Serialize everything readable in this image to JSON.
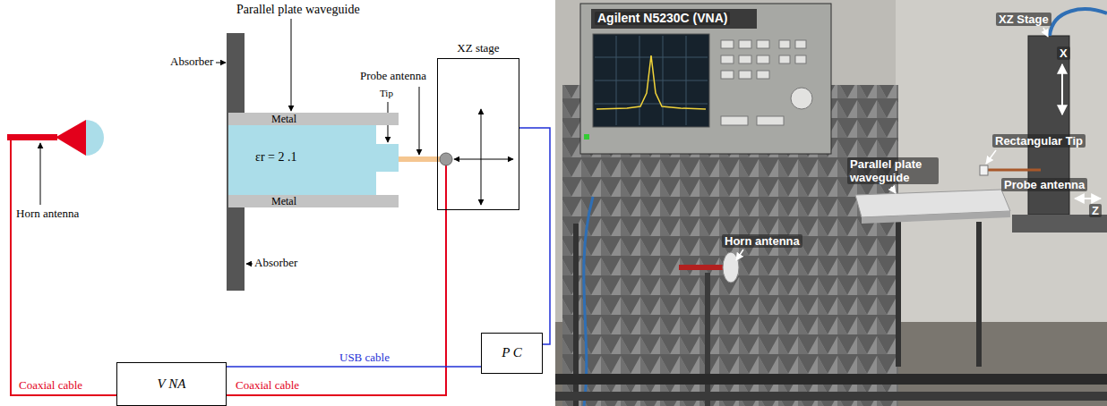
{
  "diagram": {
    "nodes": [
      {
        "text": [
          "Metal"
        ]
      },
      {
        "text": [
          "εr = 2 .1"
        ]
      },
      {
        "text": [
          "Metal"
        ]
      },
      {
        "text": [
          "XZ stage"
        ]
      },
      {
        "text": [
          "Horn antenna"
        ]
      },
      {
        "text": [
          "V NA"
        ]
      },
      {
        "text": [
          "P C"
        ]
      }
    ],
    "edges": [
      {
        "from": 5,
        "to": 4,
        "arrow": "none",
        "label": "Coaxial cable"
      },
      {
        "from": 5,
        "to": 3,
        "arrow": "none",
        "label": "Coaxial cable"
      },
      {
        "from": 5,
        "to": 6,
        "arrow": "none",
        "label": "USB cable"
      },
      {
        "from": 6,
        "to": 3,
        "arrow": "none"
      }
    ],
    "labels": [
      "Parallel plate waveguide",
      "Absorber",
      "Tip",
      "Probe antenna",
      "Absorber",
      "Agilent N5230C (VNA)",
      "XZ Stage",
      "X",
      "Rectangular Tip",
      "Parallel plate waveguide",
      "Probe antenna",
      "Z",
      "Horn antenna"
    ]
  }
}
